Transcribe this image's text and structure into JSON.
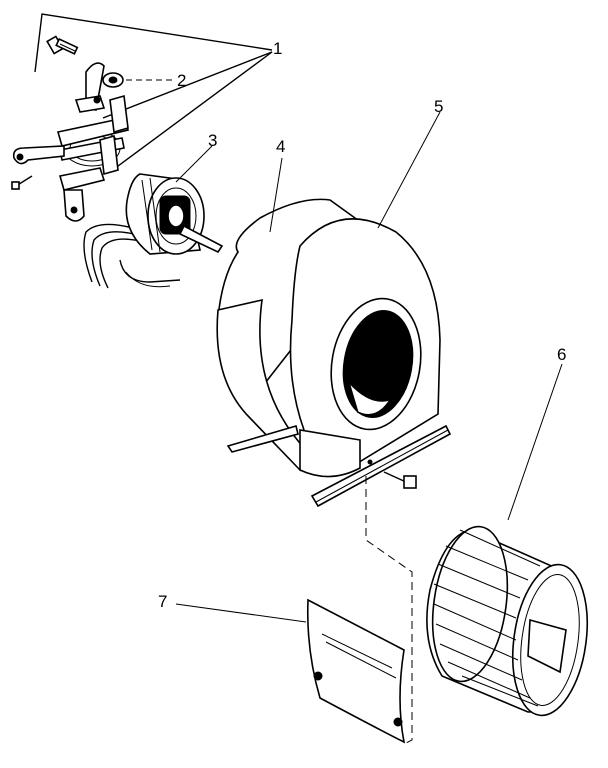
{
  "callouts": [
    {
      "number": "1"
    },
    {
      "number": "2"
    },
    {
      "number": "3"
    },
    {
      "number": "4"
    },
    {
      "number": "5"
    },
    {
      "number": "6"
    },
    {
      "number": "7"
    }
  ],
  "colors": {
    "ink": "#000000",
    "paper": "#ffffff"
  },
  "icons": [
    "motor-mount-icon",
    "grommet-icon",
    "motor-icon",
    "capacitor-icon",
    "blower-housing-icon",
    "blower-wheel-icon",
    "cutoff-plate-icon"
  ]
}
